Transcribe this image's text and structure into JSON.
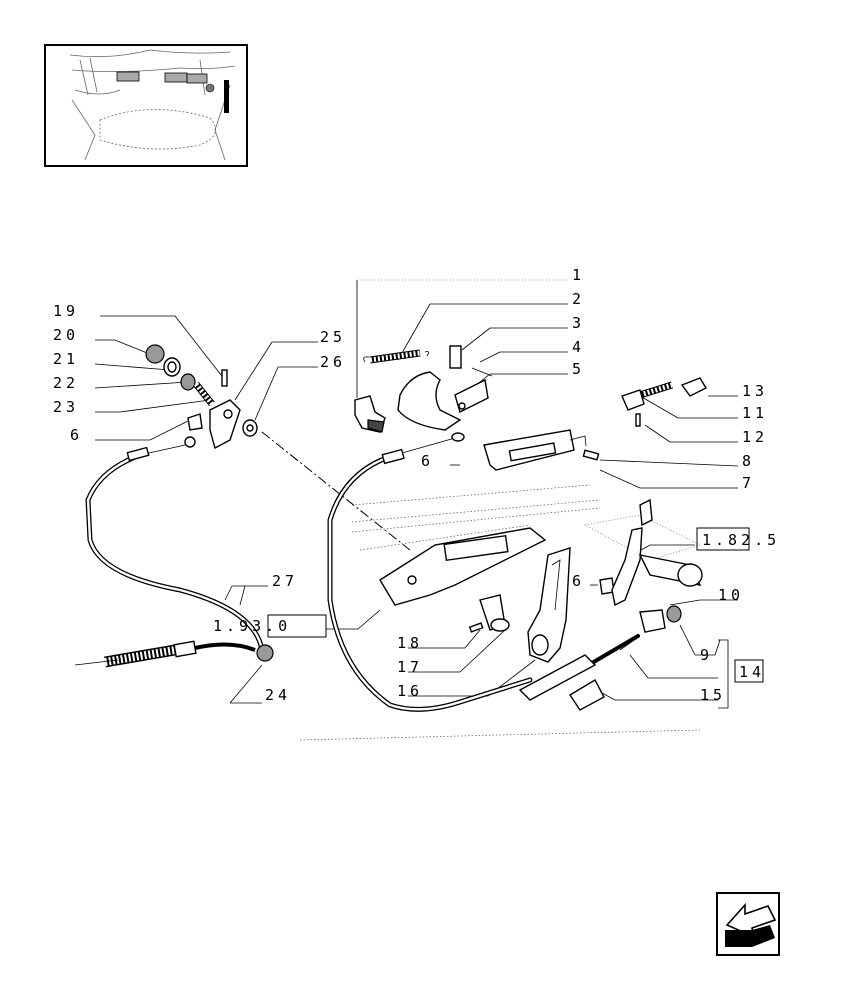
{
  "callouts": [
    {
      "id": "c1",
      "text": "1"
    },
    {
      "id": "c2",
      "text": "2"
    },
    {
      "id": "c3",
      "text": "3"
    },
    {
      "id": "c4",
      "text": "4"
    },
    {
      "id": "c5",
      "text": "5"
    },
    {
      "id": "c6a",
      "text": "6"
    },
    {
      "id": "c6b",
      "text": "6"
    },
    {
      "id": "c6c",
      "text": "6"
    },
    {
      "id": "c7",
      "text": "7"
    },
    {
      "id": "c8",
      "text": "8"
    },
    {
      "id": "c9",
      "text": "9"
    },
    {
      "id": "c10",
      "text": "10"
    },
    {
      "id": "c11",
      "text": "11"
    },
    {
      "id": "c12",
      "text": "12"
    },
    {
      "id": "c13",
      "text": "13"
    },
    {
      "id": "c14",
      "text": "14"
    },
    {
      "id": "c15",
      "text": "15"
    },
    {
      "id": "c16",
      "text": "16"
    },
    {
      "id": "c17",
      "text": "17"
    },
    {
      "id": "c18",
      "text": "18"
    },
    {
      "id": "c19",
      "text": "19"
    },
    {
      "id": "c20",
      "text": "20"
    },
    {
      "id": "c21",
      "text": "21"
    },
    {
      "id": "c22",
      "text": "22"
    },
    {
      "id": "c23",
      "text": "23"
    },
    {
      "id": "c24",
      "text": "24"
    },
    {
      "id": "c25",
      "text": "25"
    },
    {
      "id": "c26",
      "text": "26"
    },
    {
      "id": "c27",
      "text": "27"
    }
  ],
  "references": [
    {
      "id": "ref1",
      "boxed": "1.9",
      "text": "1.93.0"
    },
    {
      "id": "ref2",
      "boxed": "1.8",
      "text": "1.82.5"
    }
  ],
  "nav": {
    "icon": "back-arrow-icon"
  }
}
